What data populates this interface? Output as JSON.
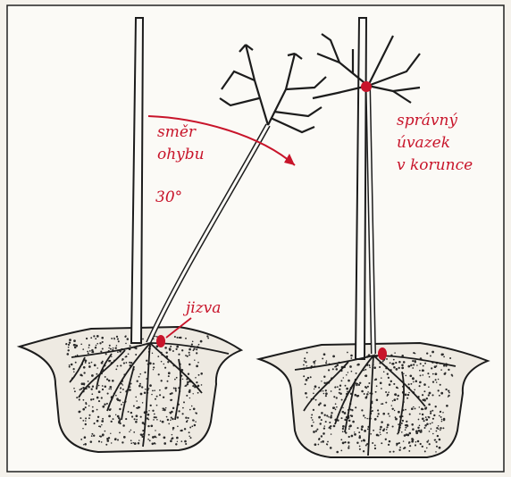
{
  "labels": {
    "bend_direction_line1": "směr",
    "bend_direction_line2": "ohybu",
    "angle": "30°",
    "scar": "jizva",
    "correct_knot_line1": "správný",
    "correct_knot_line2": "úvazek",
    "correct_knot_line3": "v korunce"
  },
  "colors": {
    "ink": "#1c1c1c",
    "annotation": "#c8142a",
    "paper": "#f5f2ec",
    "soil_bg": "#eeeae2"
  }
}
